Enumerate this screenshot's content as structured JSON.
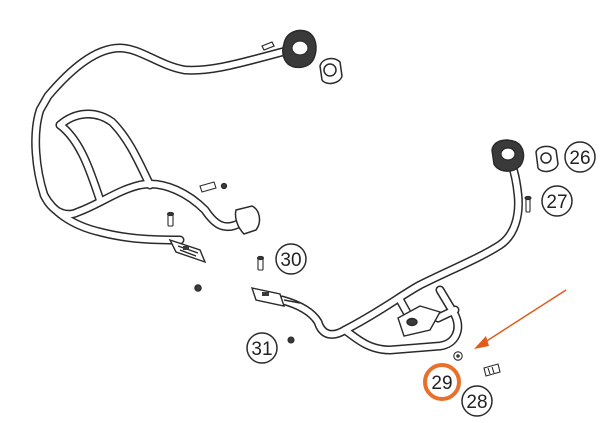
{
  "colors": {
    "background": "#ffffff",
    "line": "#2a2a2a",
    "fill": "#ffffff",
    "dark_part": "#3a3a3a",
    "highlight": "#e8702a",
    "arrow": "#e05a1a"
  },
  "callouts": [
    {
      "id": "26",
      "label": "26",
      "highlighted": false
    },
    {
      "id": "27",
      "label": "27",
      "highlighted": false
    },
    {
      "id": "28",
      "label": "28",
      "highlighted": false
    },
    {
      "id": "29",
      "label": "29",
      "highlighted": true
    },
    {
      "id": "30",
      "label": "30",
      "highlighted": false
    },
    {
      "id": "31",
      "label": "31",
      "highlighted": false
    }
  ]
}
